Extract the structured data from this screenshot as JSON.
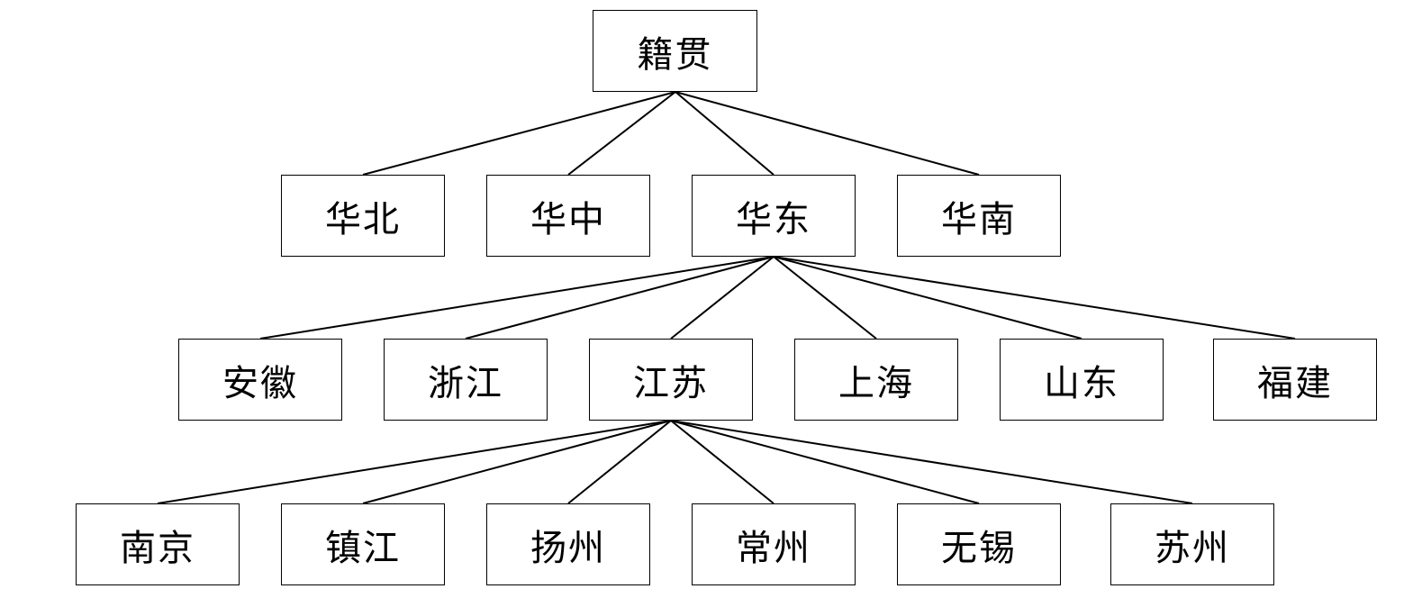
{
  "tree": {
    "root": {
      "label": "籍贯"
    },
    "regions": [
      {
        "label": "华北"
      },
      {
        "label": "华中"
      },
      {
        "label": "华东"
      },
      {
        "label": "华南"
      }
    ],
    "provinces": [
      {
        "label": "安徽"
      },
      {
        "label": "浙江"
      },
      {
        "label": "江苏"
      },
      {
        "label": "上海"
      },
      {
        "label": "山东"
      },
      {
        "label": "福建"
      }
    ],
    "cities": [
      {
        "label": "南京"
      },
      {
        "label": "镇江"
      },
      {
        "label": "扬州"
      },
      {
        "label": "常州"
      },
      {
        "label": "无锡"
      },
      {
        "label": "苏州"
      }
    ]
  }
}
